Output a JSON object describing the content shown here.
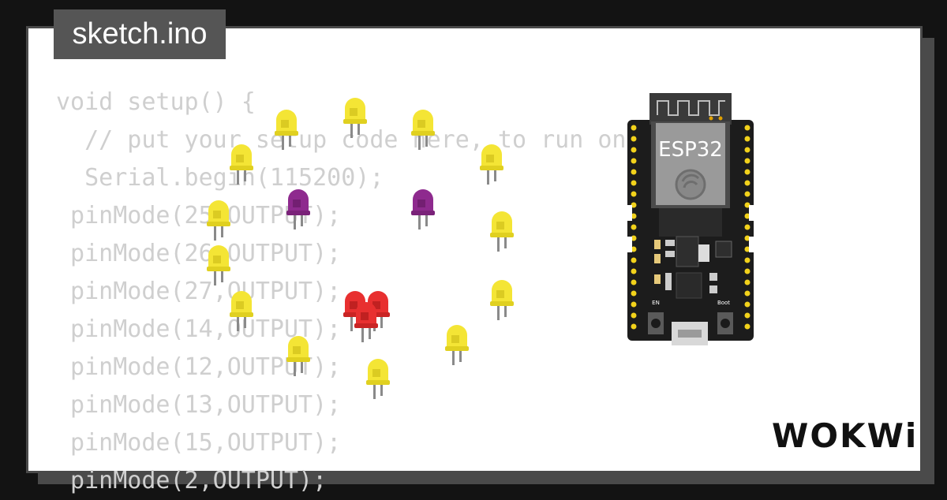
{
  "title": "sketch.ino",
  "code_lines": [
    "void setup() {",
    "  // put your setup code here, to run once:",
    "  Serial.begin(115200);",
    " pinMode(25,OUTPUT);",
    " pinMode(26,OUTPUT);",
    " pinMode(27,OUTPUT);",
    " pinMode(14,OUTPUT);",
    " pinMode(12,OUTPUT);",
    " pinMode(13,OUTPUT);",
    " pinMode(15,OUTPUT);",
    " pinMode(2,OUTPUT);"
  ],
  "board": {
    "label": "ESP32",
    "en_label": "EN",
    "boot_label": "Boot"
  },
  "logo": "WOKWi",
  "colors": {
    "yellow_led": "#f4e535",
    "purple_led": "#8e2a8e",
    "red_led": "#e83030",
    "board_black": "#1c1c1c",
    "pin_gold": "#f2d21b"
  }
}
